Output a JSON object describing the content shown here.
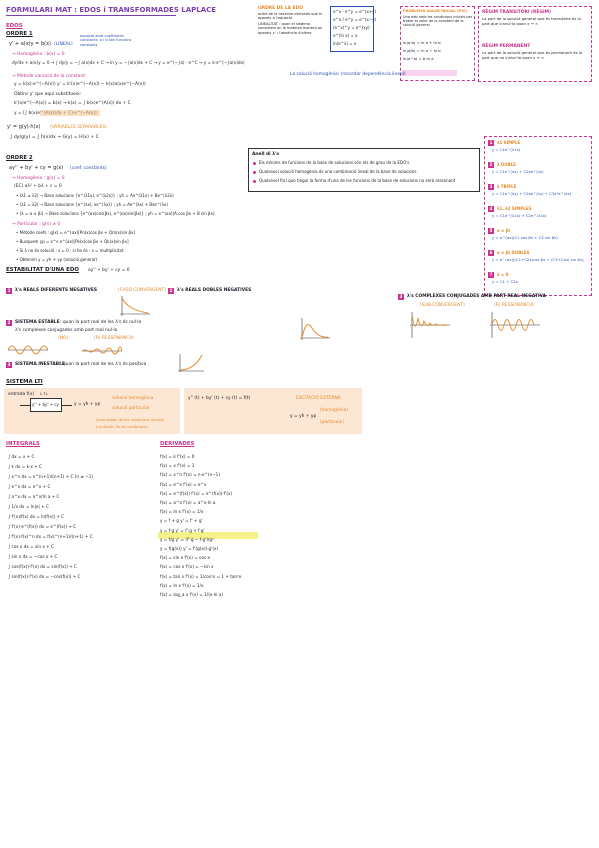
{
  "title": "FORMULARI MAT : EDOS i TRANSFORMADES LAPLACE",
  "sections": {
    "edos": "EDOS",
    "ordre1": "ORDRE 1",
    "ordre2": "ORDRE 2",
    "estabilitat": "ESTABILITAT D'UNA EDO",
    "sistema_lti": "SISTEMA LTI",
    "integrals": "INTEGRALS",
    "derivades": "DERIVADES"
  },
  "ordre1": {
    "lineal_eq": "y' + a(x)y = b(x)",
    "lineal_tag": "(LINEAL)",
    "lineal_note": "equació amb coeficients constants: a i b són funcions constants",
    "homog_label": "→ Homogènia : b(x) = 0",
    "homog_steps": "dy/dx + a(x)y = 0 → ∫ dy/y = −∫ a(x)dx + C → ln y = −∫a(x)dx + C → y = e^(−∫a) · e^C → y = k·e^(−∫a(x)dx)",
    "variacio": "→ Mètode variació de la constant:",
    "var_1": "y = k(x)·e^(−A(x))    y' = k'(x)e^(−A(x)) − k(x)a(x)e^(−A(x))",
    "var_2": "Obtinc y' que aquí substitueix:",
    "var_3": "k'(x)e^(−A(x)) = b(x) → k(x) = ∫ b(x)e^(A(x)) dx + C",
    "var_4": "y = [∫ b(x)e^(A(x))dx + C]·e^(−A(x))",
    "sep_eq": "y' = g(y)·h(x)",
    "sep_tag": "(VARIABLES SEPARABLES)",
    "sep_steps": "∫ dy/g(y) = ∫ h(x)dx → G(y) = H(x) + C"
  },
  "ordre2": {
    "eq": "ay'' + by' + cy = g(x)",
    "eq_note": "(coef. constants)",
    "homog": "→ Homogènia : g(x) = 0",
    "char": "(EC) aλ² + bλ + c = 0",
    "case1": "• (λ1 ≠ λ2) → Base solucions {e^(λ1x), e^(λ2x)} ;  yh = Ae^(λ1x) + Be^(λ2x)",
    "case2": "• (λ1 = λ2) → Base solucions {e^(λx), xe^(λx)} ;  yh = Ae^(λx) + Bxe^(λx)",
    "case3": "• (λ = α ± βi) → Base solucions {e^(αx)cos(βx), e^(αx)sin(βx)} ;  yh = e^(αx)(A cos βx + B sin βx)",
    "partic": "→ Particular : g(x) ≠ 0",
    "partic_1": "• Mètode coefs : g(x) = e^(αx)[Pn(x)cos βx + Qm(x)sin βx]",
    "partic_2": "• Busquem yp = x^s e^(αx)[Pk(x)cos βx + Qk(x)sin βx]",
    "partic_3": "• Si λ no és solució : s = 0 ; si ho és : s = multiplicitat",
    "partic_4": "• Obtenim y = yh + yp  (solució general)"
  },
  "estab": {
    "eq": "ay'' + by' + cy = 0",
    "case1_label": "λ's REALS DIFERENTS NEGATIVES",
    "case1_note": "(CASO CONVERGENT)",
    "case2_label": "λ's REALS DOBLES NEGATIVES",
    "case3_label": "λ's COMPLEXES CONJUGADES AMB PART REAL NEGATIVA",
    "case3_note1": "(SUB-CONVERGENT)",
    "case3_note2": "(R) RESSONÀNCIA",
    "stable_label": "SISTEMA ESTABLE",
    "stable_text": ": quan la part real de les λ's és nul·la",
    "stable_sub": "λ's complexes conjugades amb part real nul·la",
    "stable_note1": "(NO)",
    "stable_note2": "(R) RESSONÀNCIA",
    "unstable_label": "SISTEMA INESTABLE",
    "unstable_text": ": quan la part real de les λ's és positiva"
  },
  "lti": {
    "block": "y'' + by' + cy",
    "block_title": "L.T.I.",
    "in_label": "entrada f(x)",
    "out_label": "y = yh + yp",
    "homog_bubble": "solució homogènia",
    "partic_bubble": "solució particular",
    "note1": "(com depèn de les condicions inicials)",
    "note2": "(no depèn de les condicions)",
    "right_eq": "y'' (t) + by' (t) + cy (t) = f(t)",
    "right_tag": "EXCITACIÓ EXTERNA",
    "right_sum": "y = yh + yp",
    "right_note1": "(homogènia)",
    "right_note2": "(particular)"
  },
  "integrals": [
    "∫ dx = x + C",
    "∫ k dx = k·x + C",
    "∫ x^n dx = x^(n+1)/(n+1) + C   (n ≠ −1)",
    "∫ e^x dx = e^x + C",
    "∫ a^x dx = a^x/ln a + C",
    "∫ 1/x dx = ln|x| + C",
    "∫ f'(x)/f(x) dx = ln|f(x)| + C",
    "∫ f'(x)·e^(f(x)) dx = e^(f(x)) + C",
    "∫ f'(x)·f(x)^n dx = f(x)^(n+1)/(n+1) + C",
    "∫ cos x dx = sin x + C",
    "∫ sin x dx = −cos x + C",
    "∫ cos(f(x))·f'(x) dx = sin(f(x)) + C",
    "∫ sin(f(x))·f'(x) dx = −cos(f(x)) + C"
  ],
  "derivades": [
    "f(x) = k      f'(x) = 0",
    "f(x) = x      f'(x) = 1",
    "f(x) = x^n    f'(x) = n·x^(n−1)",
    "f(x) = e^x    f'(x) = e^x",
    "f(x) = e^(f(x))   f'(x) = e^(f(x))·f'(x)",
    "f(x) = a^x    f'(x) = a^x·ln a",
    "f(x) = ln x   f'(x) = 1/x",
    "y = f + g     y' = f' + g'",
    "y = f·g       y' = f'·g + f·g'",
    "y = f/g       y' = (f'·g − f·g')/g²",
    "y = f(g(x))   y' = f'(g(x))·g'(x)",
    "f(x) = sin x  f'(x) = cos x",
    "f(x) = cos x  f'(x) = −sin x",
    "f(x) = tan x  f'(x) = 1/cos²x = 1 + tan²x",
    "f(x) = ln x   f'(x) = 1/x",
    "f(x) = log_a x   f'(x) = 1/(x·ln a)"
  ],
  "top_right": {
    "pvi_title": "PROBLEMA VALOR INICIAL (PVI)",
    "pvi_text": "Una edo amb les condicions inicials per trobar el valor de la constant de la solució general",
    "teo1_title": "RÈGIM TRANSITORI (RÈGIM)",
    "teo1_text": "La part de la solució general que és transitòria és la part que s'anul·la quan x → ∞",
    "teo2_title": "RÈGIM PERMANENT",
    "teo2_text": "La part de la solució general que és permanent és la part que no s'anul·la quan x → ∞",
    "ordre_title": "ORDRE DE LA EDO",
    "ordre_text": "ordre de la màxima derivada que hi apareix a l'equació",
    "lin_text": "LINEALITAT : quan el sistema consisteix en la mateixa manera on apareix y' i l'absència d'altres",
    "exp_rules": [
      "e^x · e^y = e^(x+y)",
      "e^x / e^y = e^(x−y)",
      "(e^x)^y = e^(xy)",
      "e^(ln x) = x",
      "ln(e^x) = x"
    ],
    "log_rules": [
      "ln(a·b) = ln a + ln b",
      "ln(a/b) = ln a − ln b",
      "ln(a^b) = b·ln a"
    ],
    "hom_note": "La solució homogènia: (recordar dependència lineal)"
  },
  "dependence": {
    "title": "Anell di λ's",
    "items": [
      "Els mínims de funcions de la base de solucions són els de grau de la EDO's",
      "Qualsevol solució homogènia és una combinació lineal de la base de solucions",
      "Qualsevol f(x) que tingui la forma d'una de les funcions de la base de solucions no serà ressonant"
    ]
  },
  "roots_panel": [
    {
      "n": "1",
      "label": "λ1 SIMPLE",
      "eq": "y = C1e^(λ1x)"
    },
    {
      "n": "2",
      "label": "λ DOBLE",
      "eq": "y = C1e^(λx) + C2xe^(λx)"
    },
    {
      "n": "3",
      "label": "λ TRIPLE",
      "eq": "y = C1e^(λx) + C2xe^(λx) + C3x²e^(λx)"
    },
    {
      "n": "4",
      "label": "λ1, λ2 SIMPLES",
      "eq": "y = C1e^(λ1x) + C2e^(λ2x)"
    },
    {
      "n": "5",
      "label": "α ± βi",
      "eq": "y = e^(αx)(C1 cos βx + C2 sin βx)"
    },
    {
      "n": "6",
      "label": "α ± βi DOBLES",
      "eq": "y = e^(αx)[(C1+C2x)cos βx + (C3+C4x) sin βx]"
    },
    {
      "n": "7",
      "label": "λ = 0",
      "eq": "y = C1 + C2x"
    }
  ],
  "colors": {
    "blue": "#2b4fb3",
    "orange": "#e8892b",
    "pink": "#c8338f",
    "peach": "#fbe7d4",
    "yellow": "#f5f28a"
  }
}
